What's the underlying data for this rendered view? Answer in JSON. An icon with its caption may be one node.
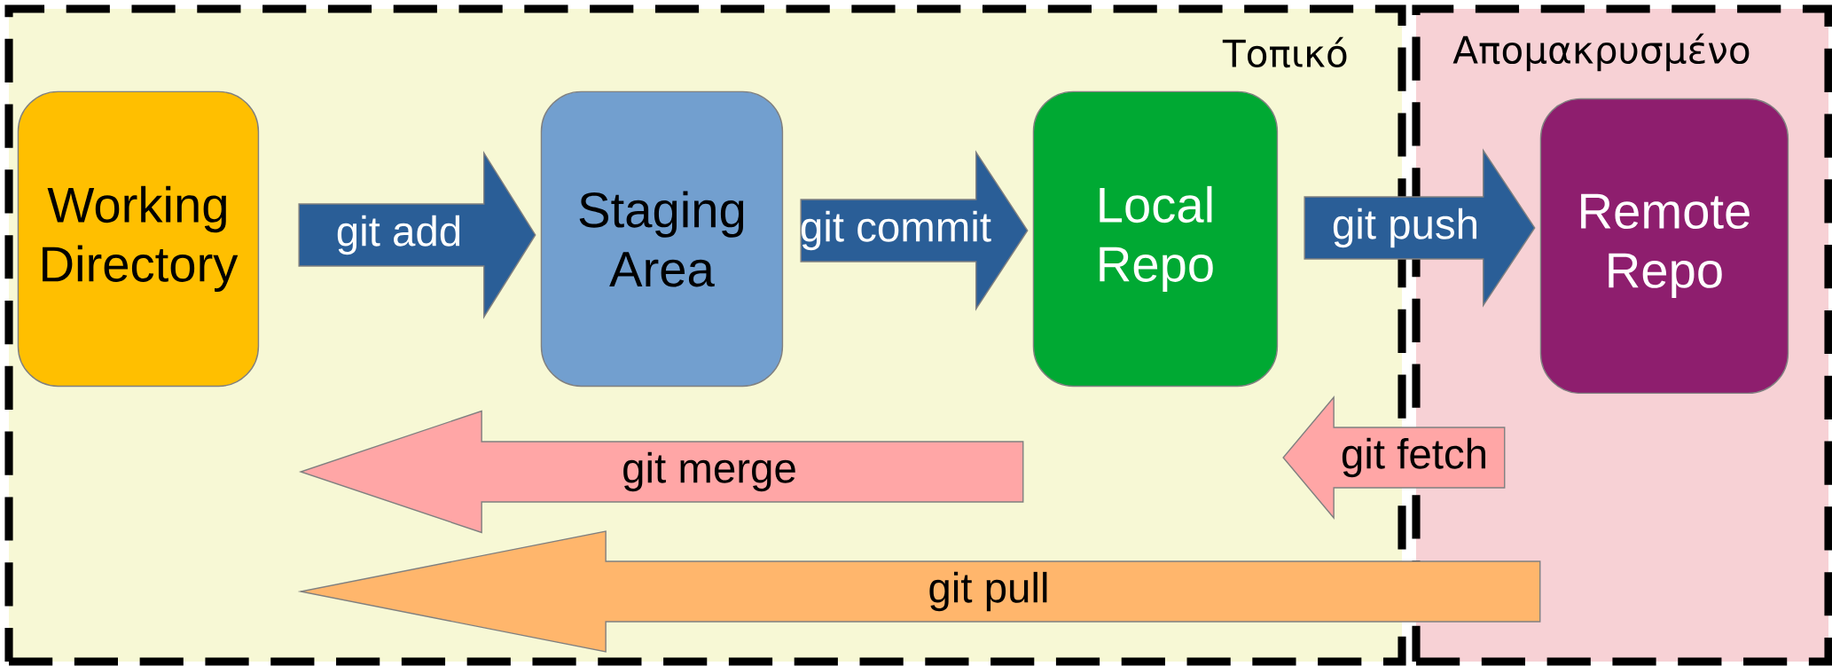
{
  "diagram": {
    "nodes": [
      {
        "text": [
          "Τοπικό"
        ]
      },
      {
        "text": [
          "Απομακρυσμένο"
        ]
      },
      {
        "text": [
          "Working Directory"
        ],
        "in": 0
      },
      {
        "text": [
          "Staging Area"
        ],
        "in": 0
      },
      {
        "text": [
          "Local Repo"
        ],
        "in": 0
      },
      {
        "text": [
          "Remote Repo"
        ],
        "in": 1
      }
    ],
    "edges": [
      {
        "from": 2,
        "to": 3,
        "arrow": "to",
        "label": "git add"
      },
      {
        "from": 3,
        "to": 4,
        "arrow": "to",
        "label": "git commit"
      },
      {
        "from": 4,
        "to": 5,
        "arrow": "to",
        "label": "git push"
      },
      {
        "from": 5,
        "to": 4,
        "arrow": "to",
        "label": "git fetch",
        "color": "#ffa6a6"
      },
      {
        "from": 4,
        "to": 2,
        "arrow": "to",
        "label": "git merge",
        "color": "#ffa6a6"
      },
      {
        "from": 5,
        "to": 2,
        "arrow": "to",
        "label": "git pull",
        "color": "#ffb66c"
      }
    ]
  }
}
